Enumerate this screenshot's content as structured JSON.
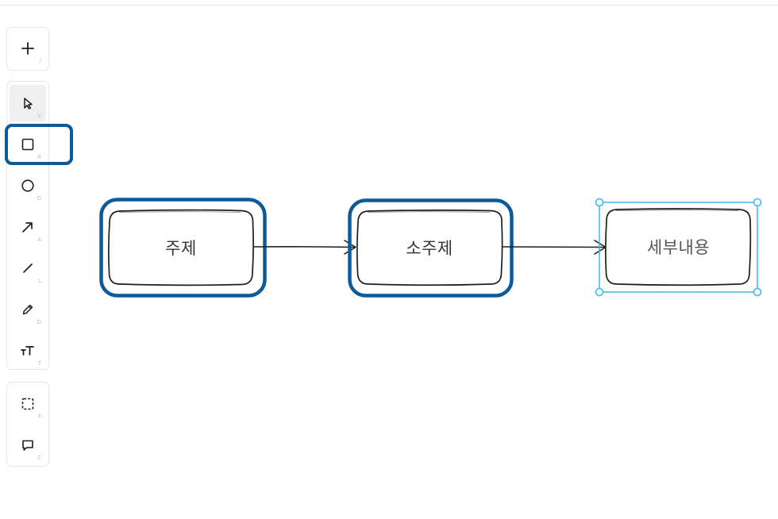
{
  "toolbar": {
    "add": {
      "icon": "plus-icon",
      "shortcut": "/"
    },
    "tools": [
      {
        "id": "select",
        "icon": "cursor-icon",
        "shortcut": "V",
        "active": true
      },
      {
        "id": "rectangle",
        "icon": "square-icon",
        "shortcut": "R",
        "active": false
      },
      {
        "id": "ellipse",
        "icon": "circle-icon",
        "shortcut": "O",
        "active": false
      },
      {
        "id": "arrow",
        "icon": "arrow-icon",
        "shortcut": "A",
        "active": false
      },
      {
        "id": "line",
        "icon": "line-icon",
        "shortcut": "L",
        "active": false
      },
      {
        "id": "draw",
        "icon": "pencil-icon",
        "shortcut": "D",
        "active": false
      },
      {
        "id": "text",
        "icon": "text-icon",
        "shortcut": "T",
        "active": false
      }
    ],
    "extra": [
      {
        "id": "frame",
        "icon": "dashed-frame-icon",
        "shortcut": "F"
      },
      {
        "id": "comment",
        "icon": "comment-icon",
        "shortcut": "C"
      }
    ]
  },
  "canvas": {
    "nodes": [
      {
        "id": "topic",
        "label": "주제"
      },
      {
        "id": "subtopic",
        "label": "소주제"
      },
      {
        "id": "details",
        "label": "세부내용"
      }
    ]
  },
  "colors": {
    "highlight": "#0c5a98",
    "selection": "#3fb6e6",
    "stroke": "#1e1e1e"
  }
}
